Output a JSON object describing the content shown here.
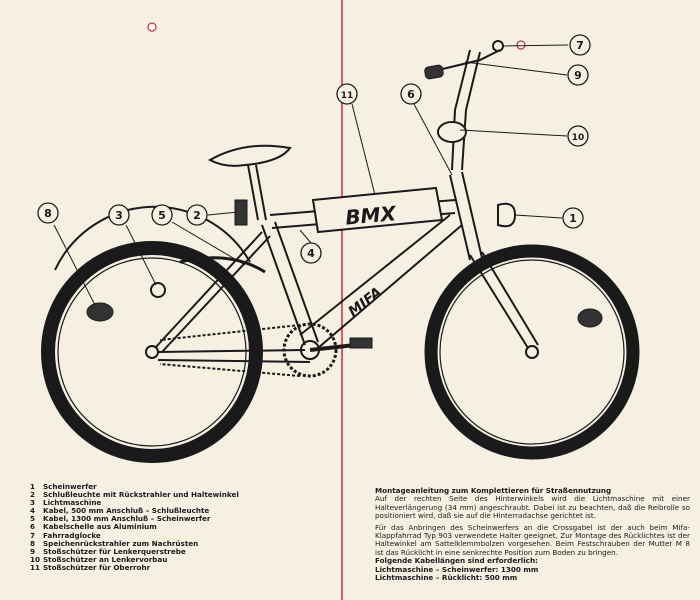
{
  "frame_text": {
    "top_tube_logo": "BMX",
    "down_tube_logo": "MIFA"
  },
  "callouts": [
    "1",
    "2",
    "3",
    "4",
    "5",
    "6",
    "7",
    "8",
    "9",
    "10",
    "11"
  ],
  "parts_list": [
    {
      "num": "1",
      "label": "Scheinwerfer"
    },
    {
      "num": "2",
      "label": "Schlußleuchte mit Rückstrahler und Haltewinkel"
    },
    {
      "num": "3",
      "label": "Lichtmaschine"
    },
    {
      "num": "4",
      "label": "Kabel, 500 mm Anschluß – Schlußleuchte"
    },
    {
      "num": "5",
      "label": "Kabel, 1300 mm Anschluß – Scheinwerfer"
    },
    {
      "num": "6",
      "label": "Kabelschelle aus Aluminium"
    },
    {
      "num": "7",
      "label": "Fahrradglocke"
    },
    {
      "num": "8",
      "label": "Speichenrückstrahler zum Nachrüsten"
    },
    {
      "num": "9",
      "label": "Stoßschützer für Lenkerquerstrebe"
    },
    {
      "num": "10",
      "label": "Stoßschützer an Lenkervorbau"
    },
    {
      "num": "11",
      "label": "Stoßschützer für Oberrohr"
    }
  ],
  "instructions": {
    "title": "Montageanleitung zum Komplettieren für Straßennutzung",
    "paragraph1": "Auf der rechten Seite des Hinterwinkels wird die Lichtmaschine mit einer Halteverlängerung (34 mm) angeschraubt. Dabei ist zu beachten, daß die Reibrolle so positioniert wird, daß sie auf die Hinterradachse gerichtet ist.",
    "paragraph2": "Für das Anbringen des Scheinwerfers an die Crossgabel ist der auch beim Mifa-Klappfahrrad Typ 903 verwendete Halter geeignet, Zur Montage des Rücklichtes ist der Haltewinkel am Sattelklemmbolzen vorgesehen. Beim Festschrauben der Mutter M 8 ist das Rücklicht in eine senkrechte Position zum Boden zu bringen.",
    "cable_heading": "Folgende Kabellängen sind erforderlich:",
    "cable1": "Lichtmaschine – Scheinwerfer: 1300 mm",
    "cable2": "Lichtmaschine – Rücklicht: 500 mm"
  },
  "colors": {
    "paper": "#f6f0e3",
    "ink": "#1a1a1a",
    "fold_line": "#d0283a"
  }
}
